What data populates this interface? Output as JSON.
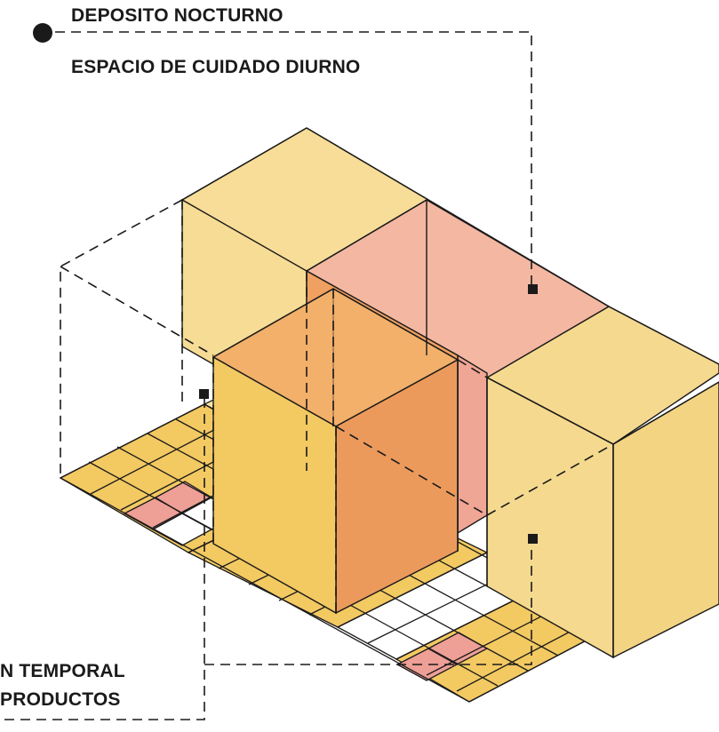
{
  "labels": {
    "night_storage": "DEPOSITO NOCTURNO",
    "day_care_space": "ESPACIO DE CUIDADO DIURNO",
    "temporary_line1": "N TEMPORAL",
    "temporary_line2": "PRODUCTOS"
  },
  "colors": {
    "yellow_light": "#f7df9d",
    "yellow_mid": "#f3d07a",
    "yellow_dark": "#f1c35a",
    "orange": "#f1a463",
    "orange_dark": "#ec9a5c",
    "pink": "#f3b8a3",
    "pink_tile": "#ee9f96",
    "line": "#1a1a1a"
  }
}
